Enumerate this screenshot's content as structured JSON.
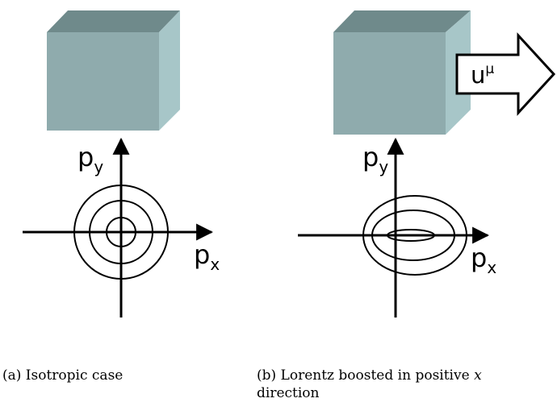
{
  "panel_a": {
    "label_py": "p",
    "label_py_sub": "y",
    "label_px": "p",
    "label_px_sub": "x",
    "caption": "(a) Isotropic case"
  },
  "panel_b": {
    "label_py": "p",
    "label_py_sub": "y",
    "label_px": "p",
    "label_px_sub": "x",
    "arrow_label": "u",
    "arrow_label_sup": "μ",
    "caption_prefix": "(b) Lorentz boosted in positive ",
    "caption_var": "x",
    "caption_suffix": "direction"
  },
  "colors": {
    "cube_front": "#8fabad",
    "cube_top": "#6f8a8b",
    "cube_side": "#a7c6c8",
    "line": "#000000"
  }
}
